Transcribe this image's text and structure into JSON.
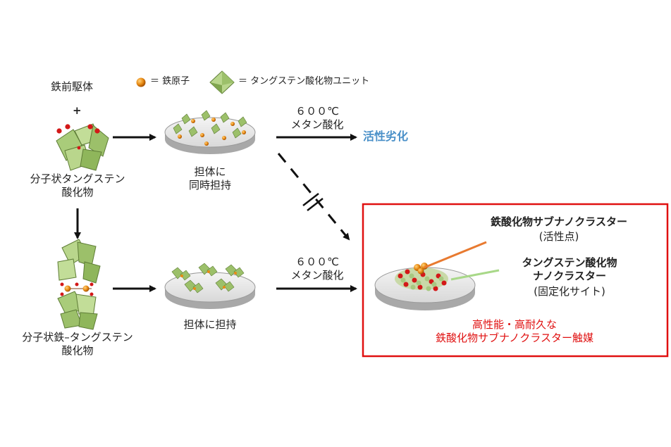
{
  "legend": {
    "iron_atom": "＝ 鉄原子",
    "tungsten_unit": "＝ タングステン酸化物ユニット"
  },
  "top_row": {
    "precursor": "鉄前駆体",
    "plus": "+",
    "molecule_label": [
      "分子状タングステン",
      "酸化物"
    ],
    "support_label": [
      "担体に",
      "同時担持"
    ],
    "conditions": [
      "６００℃",
      "メタン酸化"
    ],
    "result": "活性劣化"
  },
  "bottom_row": {
    "molecule_label": [
      "分子状鉄–タングステン",
      "酸化物"
    ],
    "support_label": "担体に担持",
    "conditions": [
      "６００℃",
      "メタン酸化"
    ]
  },
  "result_box": {
    "cluster_title": "鉄酸化物サブナノクラスター",
    "cluster_sub": "(活性点)",
    "tungsten_title": [
      "タングステン酸化物",
      "ナノクラスター"
    ],
    "tungsten_sub": "(固定化サイト)",
    "summary": [
      "高性能・高耐久な",
      "鉄酸化物サブナノクラスター触媒"
    ]
  },
  "colors": {
    "degradation": "#4a90c8",
    "highlight": "#e01010",
    "box_border": "#e01010",
    "iron": "#e07a10",
    "tungsten": "#9cc06a"
  }
}
